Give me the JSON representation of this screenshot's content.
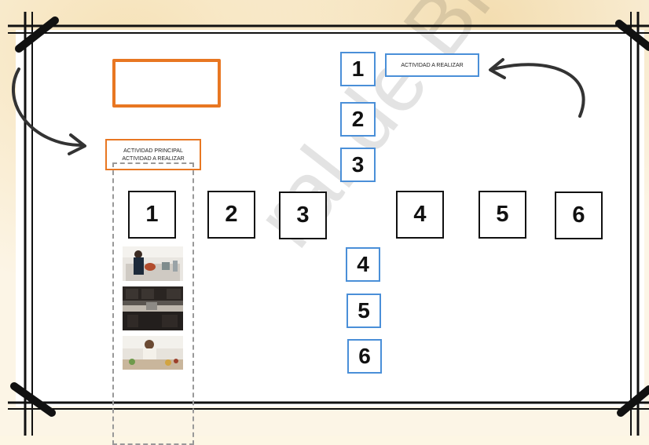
{
  "label_blue": {
    "text": "ACTIVIDAD  A REALIZAR"
  },
  "label_orange": {
    "line1": "ACTIVIDAD  PRINCIPAL",
    "line2": "ACTIVIDAD  A REALIZAR"
  },
  "watermark": {
    "text": "ral de Bibliotecas"
  },
  "vertical_top": [
    "1",
    "2",
    "3"
  ],
  "vertical_bottom": [
    "4",
    "5",
    "6"
  ],
  "horizontal": [
    "1",
    "2",
    "3",
    "4",
    "5",
    "6"
  ],
  "colors": {
    "orange": "#e87722",
    "blue": "#4a8fd8",
    "dashed": "#999999"
  },
  "photos": [
    "woman-cooking-photo",
    "dark-kitchen-photo",
    "woman-at-table-photo"
  ]
}
